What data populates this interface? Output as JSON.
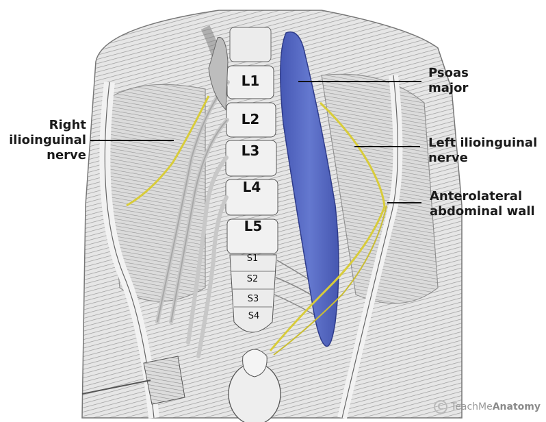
{
  "labels": {
    "psoas": [
      "Psoas",
      "major"
    ],
    "right_ilioinguinal": [
      "Right",
      "ilioinguinal",
      "nerve"
    ],
    "left_ilioinguinal": [
      "Left ilioinguinal",
      "nerve"
    ],
    "anterolateral": [
      "Anterolateral",
      "abdominal wall"
    ]
  },
  "vertebrae": [
    "L1",
    "L2",
    "L3",
    "L4",
    "L5",
    "S1",
    "S2",
    "S3",
    "S4"
  ],
  "watermark": {
    "prefix": "TeachMe",
    "brand": "Anatomy",
    "symbol": "C"
  },
  "colors": {
    "psoas": "#5568c4",
    "nerve": "#d8cc3a",
    "background": "#ffffff"
  }
}
